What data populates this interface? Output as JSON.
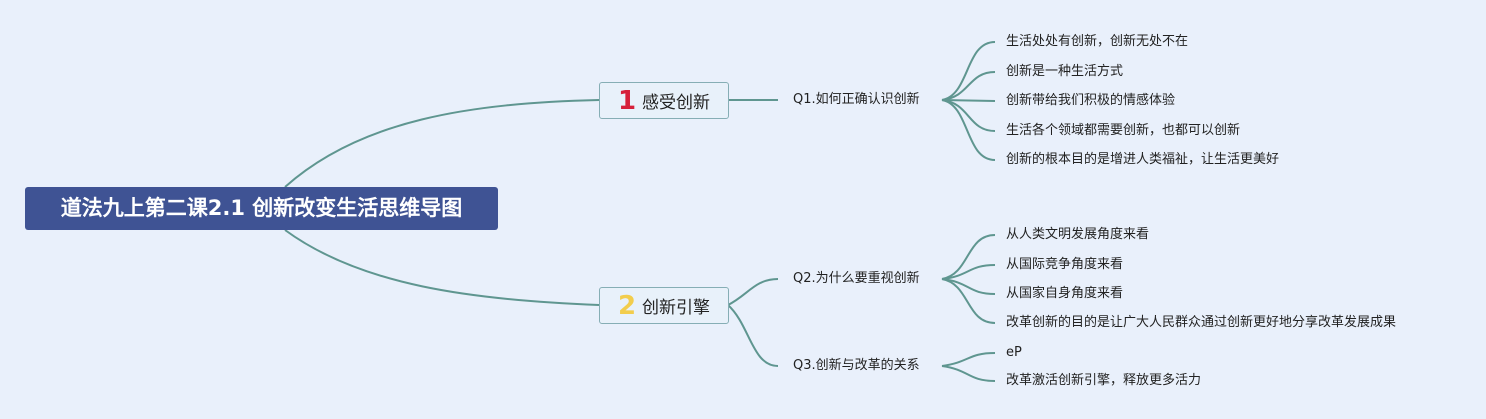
{
  "root": {
    "title": "道法九上第二课2.1 创新改变生活思维导图"
  },
  "branches": [
    {
      "number": "1",
      "label": "感受创新",
      "number_color": "#d6203a",
      "questions": [
        {
          "label": "Q1.如何正确认识创新",
          "items": [
            "生活处处有创新，创新无处不在",
            "创新是一种生活方式",
            "创新带给我们积极的情感体验",
            "生活各个领域都需要创新，也都可以创新",
            "创新的根本目的是增进人类福祉，让生活更美好"
          ]
        }
      ]
    },
    {
      "number": "2",
      "label": "创新引擎",
      "number_color": "#f2cd4c",
      "questions": [
        {
          "label": "Q2.为什么要重视创新",
          "items": [
            "从人类文明发展角度来看",
            "从国际竞争角度来看",
            "从国家自身角度来看",
            "改革创新的目的是让广大人民群众通过创新更好地分享改革发展成果"
          ]
        },
        {
          "label": "Q3.创新与改革的关系",
          "items": [
            "eP",
            "改革激活创新引擎，释放更多活力"
          ]
        }
      ]
    }
  ],
  "colors": {
    "background": "#e9f0fb",
    "root_fill": "#3f5394",
    "line": "#5f9690",
    "branch_border": "#86aeb5"
  }
}
